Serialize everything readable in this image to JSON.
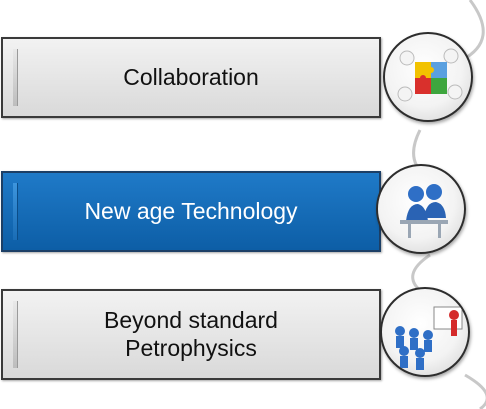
{
  "items": [
    {
      "label": "Collaboration",
      "active": false,
      "icon": "puzzle-team-icon"
    },
    {
      "label": "New age Technology",
      "active": true,
      "icon": "people-at-computer-icon"
    },
    {
      "label": "Beyond standard Petrophysics",
      "active": false,
      "icon": "presentation-audience-icon"
    }
  ],
  "colors": {
    "active": "#1269b6",
    "inactive": "#e3e3e3",
    "border": "#3a3a3a"
  }
}
